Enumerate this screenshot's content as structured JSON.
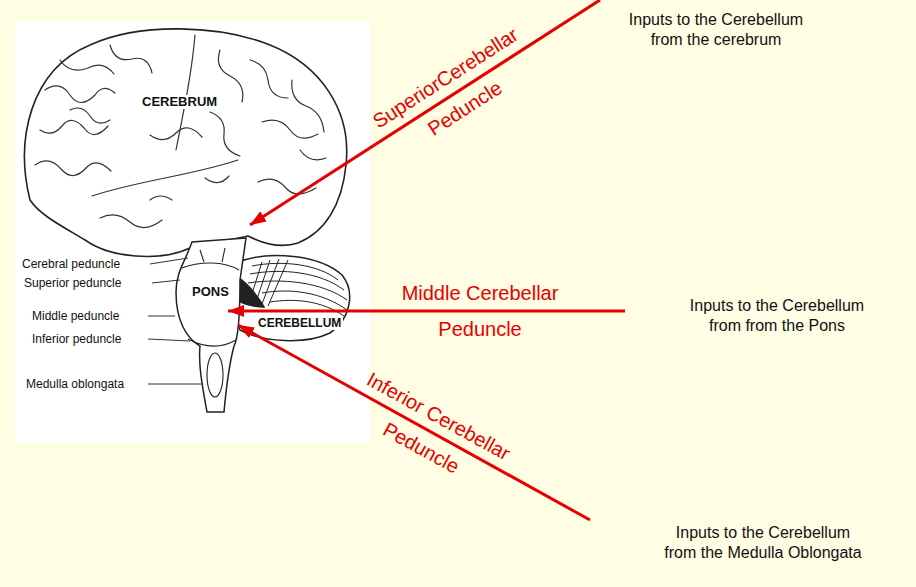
{
  "diagram": {
    "labels": [
      "Inputs to the Cerebellum from the cerebrum",
      "SuperiorCerebellar Peduncle",
      "CEREBRUM",
      "Cerebral peduncle",
      "Superior peduncle",
      "PONS",
      "Middle peduncle",
      "Middle Cerebellar Peduncle",
      "Inputs to the Cerebellum from from the Pons",
      "CEREBELLUM",
      "Inferior peduncle",
      "Medulla oblongata",
      "Inferior Cerebellar Peduncle",
      "Inputs to the Cerebellum from the Medulla Oblongata"
    ]
  }
}
